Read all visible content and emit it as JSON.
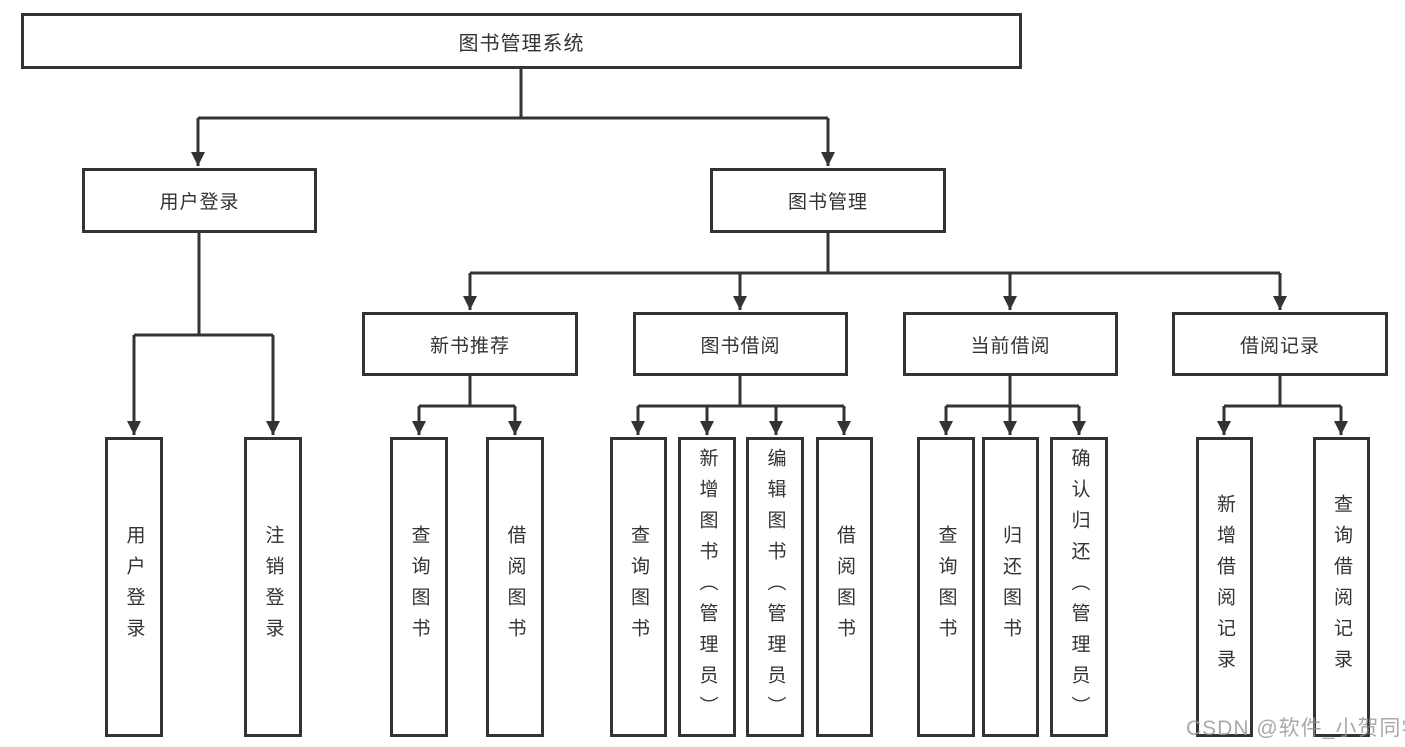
{
  "root": {
    "label": "图书管理系统"
  },
  "branches": {
    "user_login": {
      "label": "用户登录",
      "children": [
        "用户登录",
        "注销登录"
      ]
    },
    "book_management": {
      "label": "图书管理"
    }
  },
  "modules": [
    {
      "label": "新书推荐",
      "children": [
        "查询图书",
        "借阅图书"
      ]
    },
    {
      "label": "图书借阅",
      "children": [
        "查询图书",
        "新增图书（管理员）",
        "编辑图书（管理员）",
        "借阅图书"
      ]
    },
    {
      "label": "当前借阅",
      "children": [
        "查询图书",
        "归还图书",
        "确认归还（管理员）"
      ]
    },
    {
      "label": "借阅记录",
      "children": [
        "新增借阅记录",
        "查询借阅记录"
      ]
    }
  ],
  "watermark": {
    "text": "CSDN @软件_小贺同学",
    "color": "#969696"
  },
  "colors": {
    "line": "#333333",
    "box_border": "#333333",
    "text": "#333333",
    "background": "#ffffff"
  }
}
